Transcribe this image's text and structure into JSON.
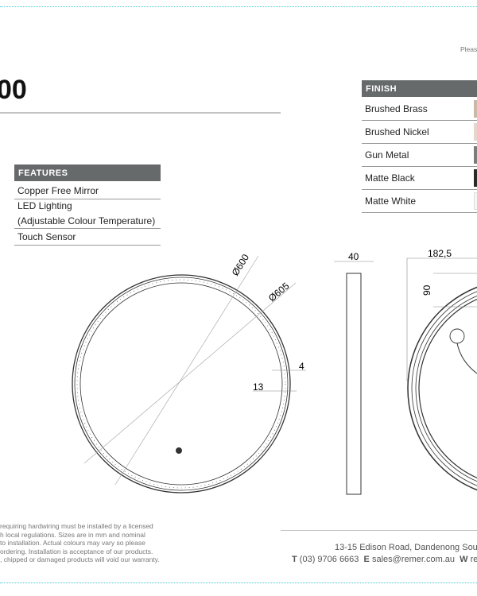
{
  "header": {
    "note": "Pleas",
    "title": "00"
  },
  "features": {
    "heading": "FEATURES",
    "items": [
      "Copper Free Mirror",
      "LED Lighting",
      "(Adjustable Colour Temperature)",
      "Touch Sensor"
    ]
  },
  "finish": {
    "heading": "FINISH",
    "items": [
      {
        "label": "Brushed Brass",
        "color": "#c9b9a6"
      },
      {
        "label": "Brushed Nickel",
        "color": "#e6d6cc"
      },
      {
        "label": "Gun Metal",
        "color": "#7d7d7d"
      },
      {
        "label": "Matte Black",
        "color": "#2a2a2a"
      },
      {
        "label": "Matte White",
        "color": "#f6f6f6"
      }
    ]
  },
  "drawing": {
    "d600": "Ø600",
    "d605": "Ø605",
    "d4": "4",
    "d13": "13",
    "d40": "40",
    "d182": "182,5",
    "d90": "90"
  },
  "footer": {
    "disclaimer": [
      "requiring hardwiring must be installed by a licensed",
      "h local regulations. Sizes are in mm and nominal",
      " to installation. Actual colours may vary so please",
      " ordering. Installation is acceptance of our products.",
      ", chipped or damaged products will void our warranty."
    ],
    "address": "13-15 Edison Road, Dandenong Sou",
    "t_label": "T",
    "phone": "(03) 9706 6663",
    "e_label": "E",
    "email": "sales@remer.com.au",
    "w_label": "W",
    "web": "re"
  }
}
